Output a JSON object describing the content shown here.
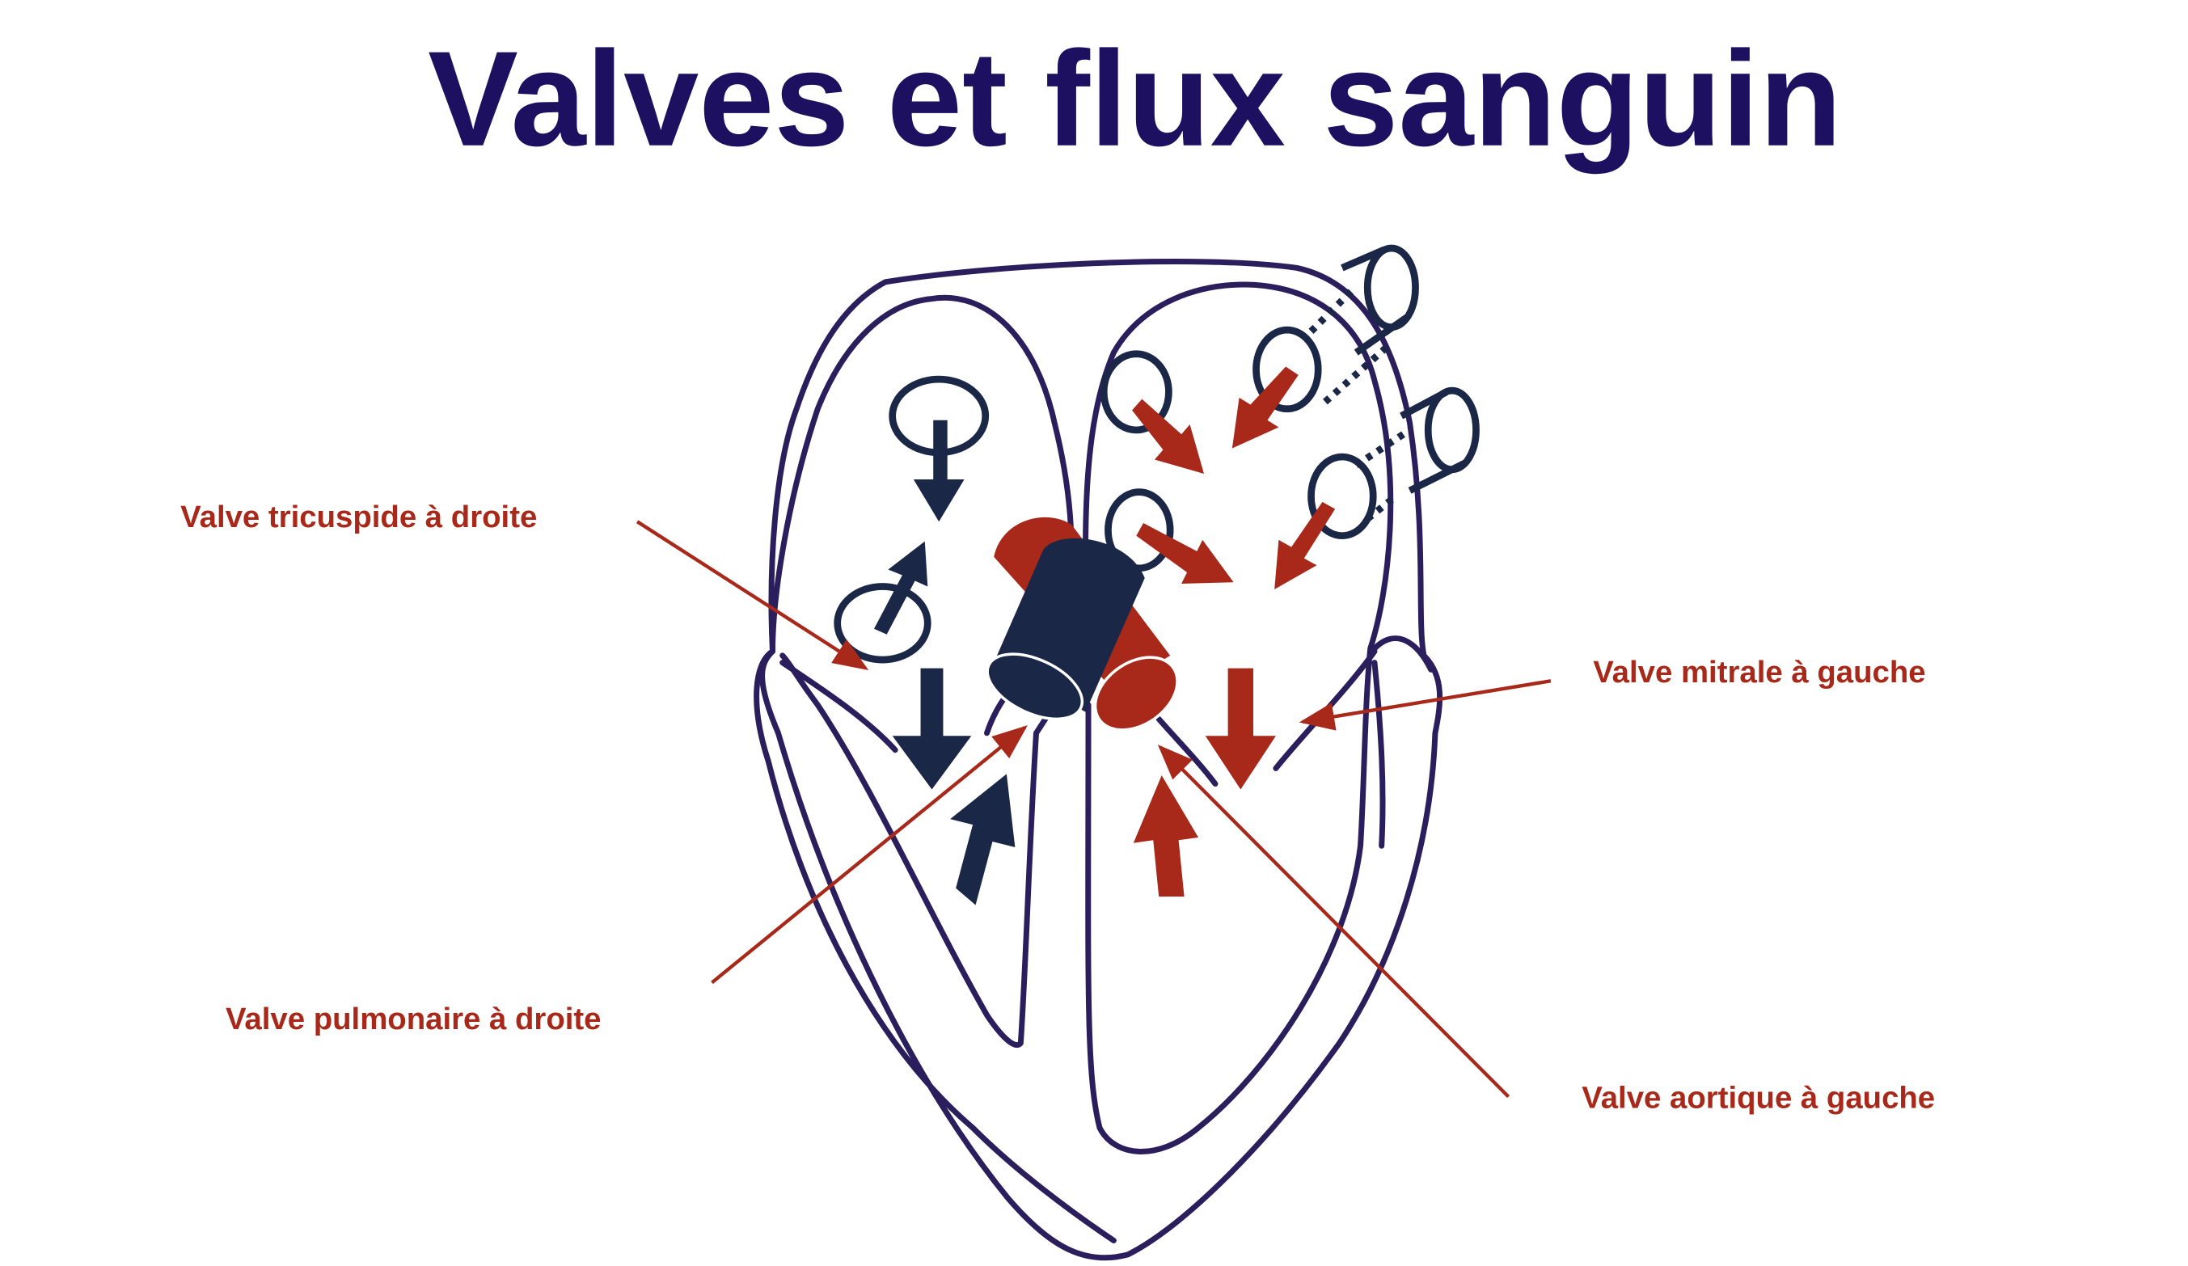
{
  "title": "Valves et flux sanguin",
  "labels": {
    "tricuspid": "Valve tricuspide à droite",
    "mitral": "Valve mitrale à gauche",
    "pulmonary": "Valve pulmonaire à droite",
    "aortic": "Valve aortique à gauche"
  },
  "colors": {
    "title": "#1e1060",
    "oxygen_poor": "#1b2747",
    "oxygen_rich": "#a8291a",
    "outline": "#2a1f5c"
  }
}
